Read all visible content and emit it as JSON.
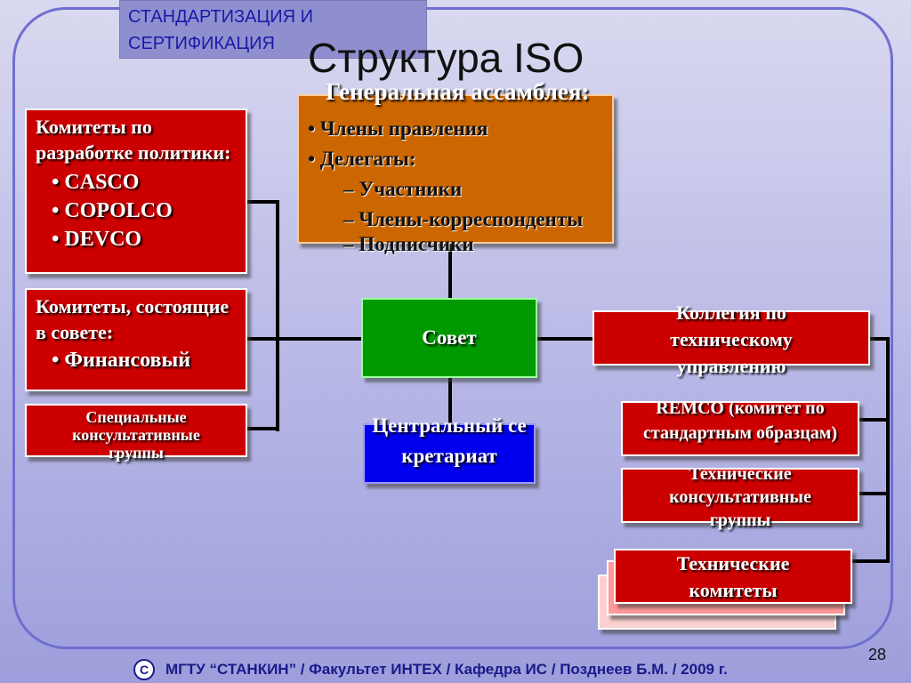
{
  "course_title": "СТАНДАРТИЗАЦИЯ И\nСЕРТИФИКАЦИЯ",
  "page_title": "Структура ISO",
  "assembly": {
    "title": "Генеральная ассамблея:",
    "items": [
      "• Члены правления",
      "• Делегаты:",
      "– Участники",
      "– Члены-корреспонденты",
      "– Подписчики"
    ]
  },
  "policy_committees": {
    "title": "Комитеты по разработке политики:",
    "items": [
      "• CASCO",
      "• COPOLCO",
      "• DEVCO"
    ]
  },
  "council_committees": {
    "title": "Комитеты, состоящие в совете:",
    "items": [
      "• Финансовый"
    ]
  },
  "special_groups": "Специальные консультативные группы",
  "council": "Совет",
  "secretariat": "Центральный секретариат",
  "tmb": "Коллегия по техническому управлению",
  "remco": "REMCO (комитет по стандартным образцам)",
  "tech_groups": "Технические консультативные группы",
  "tech_committees": "Технические комитеты",
  "page_number": "28",
  "copyright_symbol": "C",
  "footer": "МГТУ “СТАНКИН” / Факультет ИНТЕХ / Кафедра ИС / Позднеев Б.М. / 2009 г.",
  "colors": {
    "red": "#cc0000",
    "orange": "#cc6600",
    "green": "#009900",
    "blue": "#0000ee",
    "frame": "#6f6fd0"
  }
}
